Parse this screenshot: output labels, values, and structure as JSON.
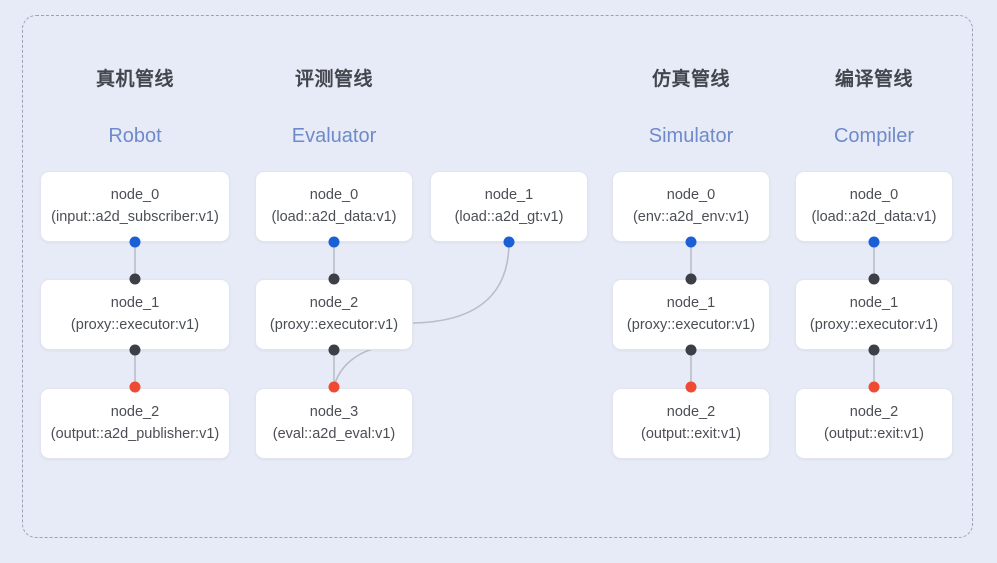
{
  "diagram": {
    "background_color": "#e7ebf7",
    "frame_style": "dashed-rounded",
    "title_color": "#43464d",
    "subtitle_color": "#6f8ac8",
    "port_colors": {
      "output": "#1a5fd6",
      "input": "#3c3f45",
      "terminal": "#f04a33"
    }
  },
  "columns": [
    {
      "id": "robot",
      "title": "真机管线",
      "subtitle": "Robot",
      "nodes": [
        {
          "name": "node_0",
          "kind": "(input::a2d_subscriber:v1)"
        },
        {
          "name": "node_1",
          "kind": "(proxy::executor:v1)"
        },
        {
          "name": "node_2",
          "kind": "(output::a2d_publisher:v1)"
        }
      ]
    },
    {
      "id": "evaluator",
      "title": "评测管线",
      "subtitle": "Evaluator",
      "nodes": [
        {
          "name": "node_0",
          "kind": "(load::a2d_data:v1)"
        },
        {
          "name": "node_2",
          "kind": "(proxy::executor:v1)"
        },
        {
          "name": "node_3",
          "kind": "(eval::a2d_eval:v1)"
        }
      ],
      "side_nodes": [
        {
          "name": "node_1",
          "kind": "(load::a2d_gt:v1)"
        }
      ]
    },
    {
      "id": "simulator",
      "title": "仿真管线",
      "subtitle": "Simulator",
      "nodes": [
        {
          "name": "node_0",
          "kind": "(env::a2d_env:v1)"
        },
        {
          "name": "node_1",
          "kind": "(proxy::executor:v1)"
        },
        {
          "name": "node_2",
          "kind": "(output::exit:v1)"
        }
      ]
    },
    {
      "id": "compiler",
      "title": "编译管线",
      "subtitle": "Compiler",
      "nodes": [
        {
          "name": "node_0",
          "kind": "(load::a2d_data:v1)"
        },
        {
          "name": "node_1",
          "kind": "(proxy::executor:v1)"
        },
        {
          "name": "node_2",
          "kind": "(output::exit:v1)"
        }
      ]
    }
  ]
}
